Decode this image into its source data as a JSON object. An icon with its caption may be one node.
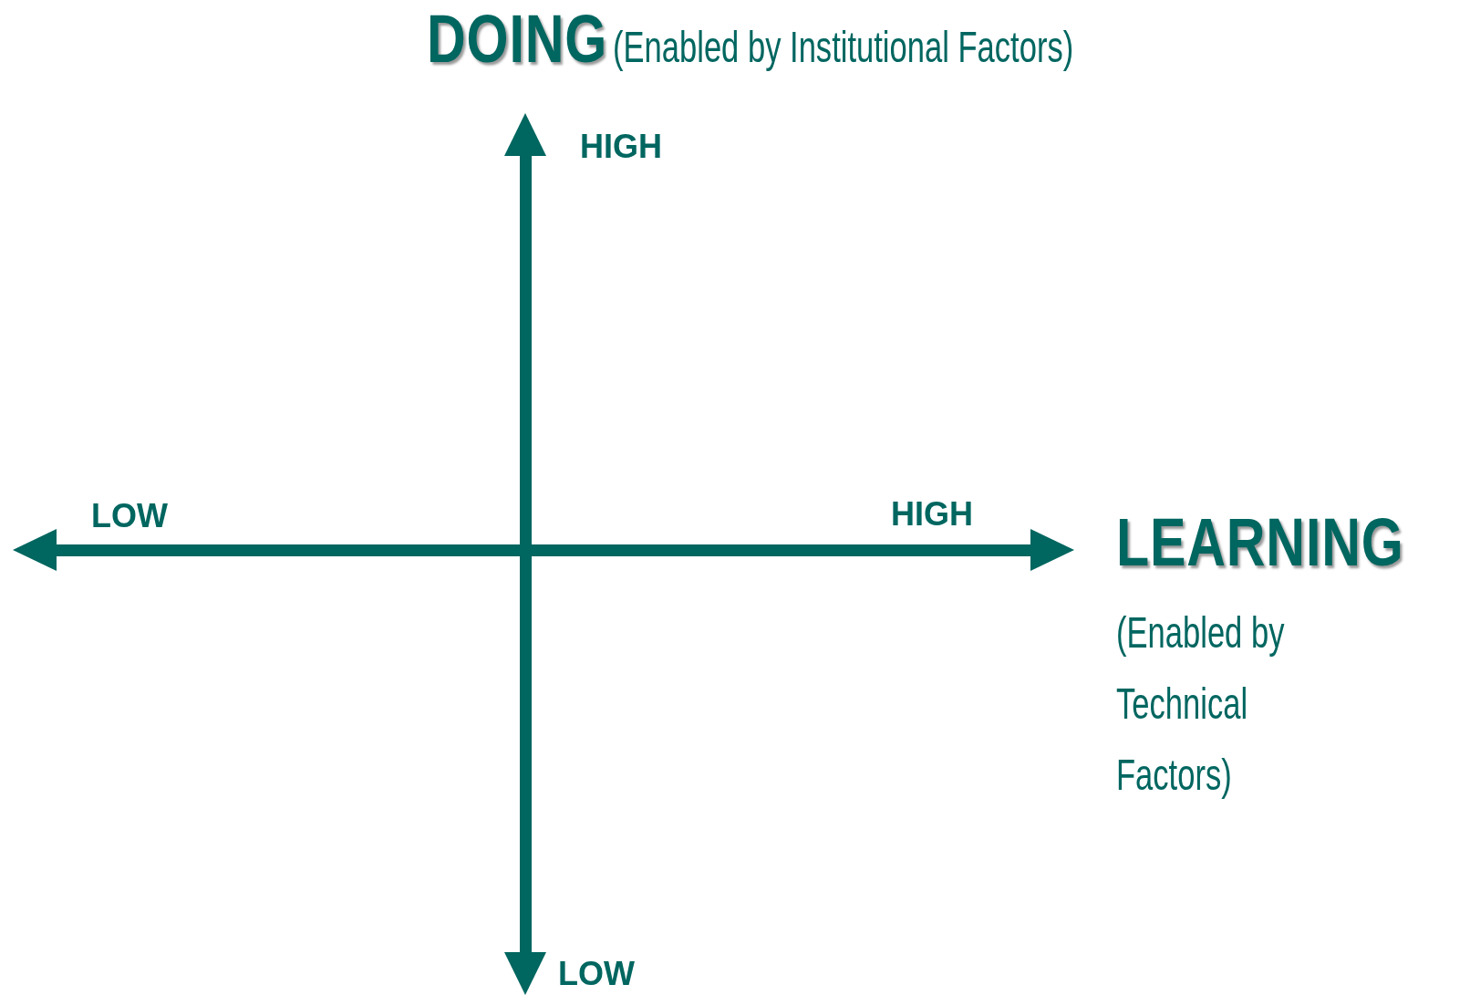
{
  "diagram": {
    "labels": [
      "DOING",
      "(Enabled by Institutional Factors)",
      "HIGH",
      "LOW",
      "HIGH",
      "LEARNING",
      "(Enabled by Technical Factors)",
      "LOW"
    ]
  }
}
